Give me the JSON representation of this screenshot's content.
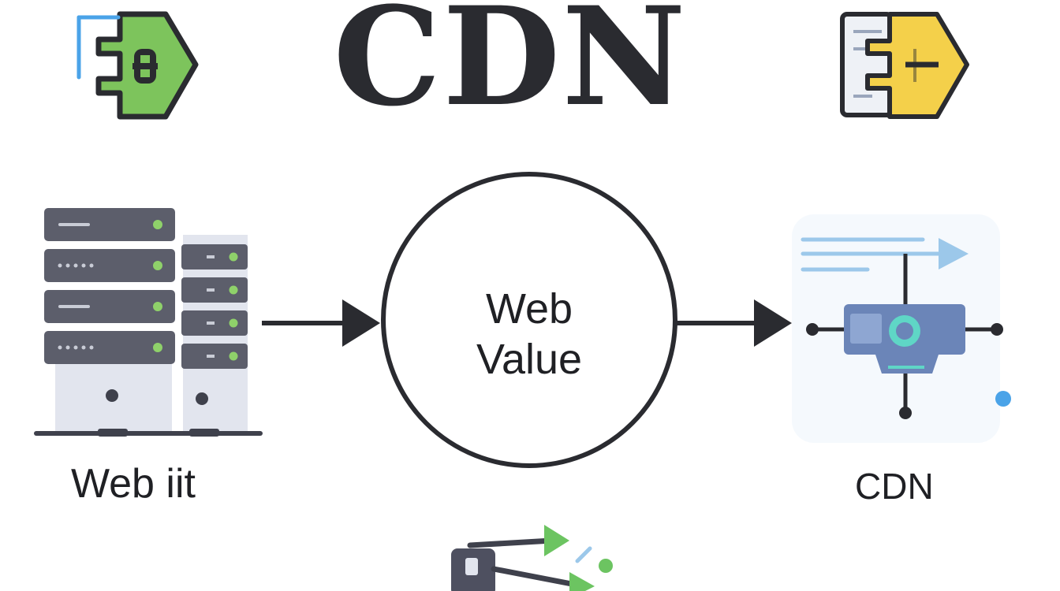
{
  "diagram": {
    "title": "CDN",
    "nodes": {
      "origin": {
        "label": "Web iit",
        "icon": "server-rack-icon"
      },
      "middle": {
        "line1": "Web",
        "line2": "Value"
      },
      "cdn": {
        "label": "CDN",
        "icon": "cdn-network-icon"
      }
    },
    "edges": [
      {
        "from": "origin",
        "to": "middle"
      },
      {
        "from": "middle",
        "to": "cdn"
      }
    ],
    "decorations": [
      "shield-plug-green-icon",
      "shield-plug-yellow-icon",
      "network-route-icon"
    ],
    "colors": {
      "dark": "#2a2b30",
      "server_dark": "#5c5e6b",
      "server_light": "#e2e5ee",
      "green": "#7dc45c",
      "yellow": "#f4d04a",
      "blue": "#6b85b8",
      "teal": "#5fd6c6",
      "light_blue": "#9cc8ea"
    }
  }
}
